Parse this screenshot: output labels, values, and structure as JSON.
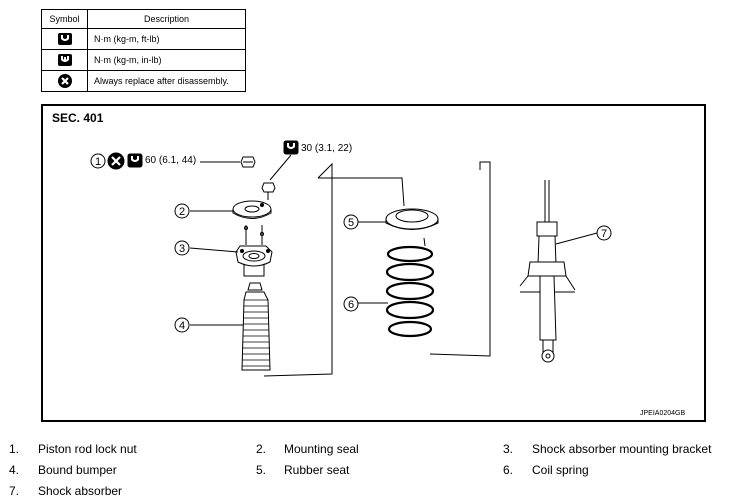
{
  "symbol_table": {
    "headers": {
      "symbol": "Symbol",
      "description": "Description"
    },
    "rows": [
      {
        "icon": "torque-ft-lb-icon",
        "description": "N·m (kg-m, ft-lb)"
      },
      {
        "icon": "torque-in-lb-icon",
        "description": "N·m (kg-m, in-lb)"
      },
      {
        "icon": "always-replace-icon",
        "description": "Always replace after disassembly."
      }
    ]
  },
  "diagram": {
    "section": "SEC. 401",
    "figure_code": "JPEIA0204GB",
    "torque_1": "60 (6.1, 44)",
    "torque_2": "30 (3.1, 22)",
    "callouts": [
      "1",
      "2",
      "3",
      "4",
      "5",
      "6",
      "7"
    ]
  },
  "legend": [
    {
      "num": "1.",
      "text": "Piston rod lock nut"
    },
    {
      "num": "2.",
      "text": "Mounting seal"
    },
    {
      "num": "3.",
      "text": "Shock absorber mounting bracket"
    },
    {
      "num": "4.",
      "text": "Bound bumper"
    },
    {
      "num": "5.",
      "text": "Rubber seat"
    },
    {
      "num": "6.",
      "text": "Coil spring"
    },
    {
      "num": "7.",
      "text": "Shock absorber"
    }
  ]
}
